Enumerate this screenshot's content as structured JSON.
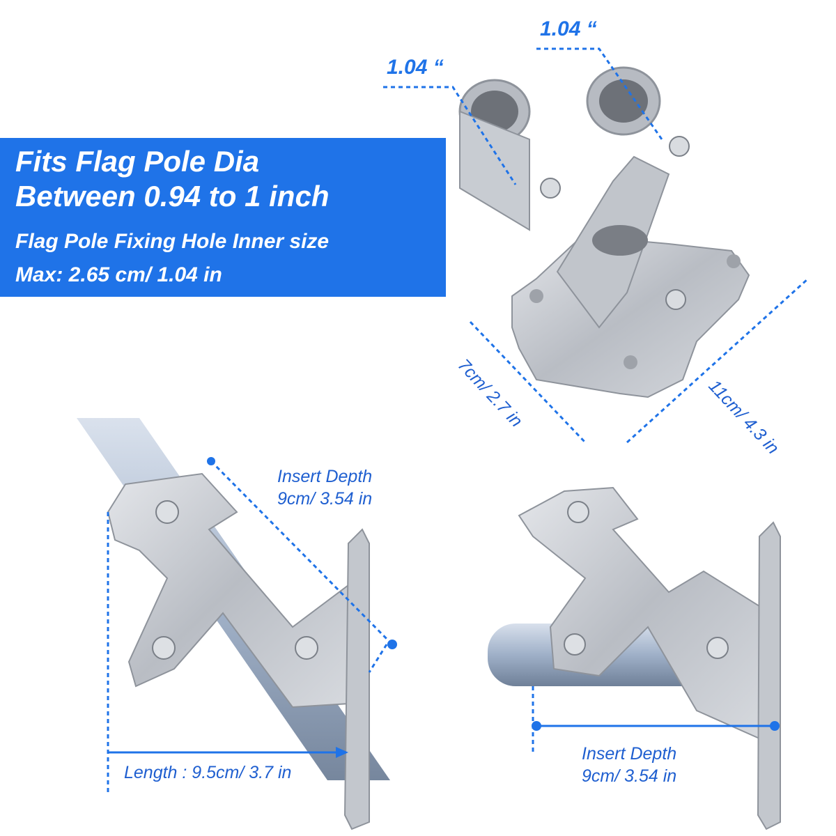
{
  "banner": {
    "title_line1": "Fits Flag Pole Dia",
    "title_line2": "Between 0.94 to 1 inch",
    "sub_line1": "Flag Pole Fixing Hole Inner size",
    "sub_line2": "Max: 2.65 cm/ 1.04 in"
  },
  "dimensions": {
    "hole_left": "1.04 “",
    "hole_right": "1.04 “",
    "base_width": "7cm/ 2.7 in",
    "base_length": "11cm/ 4.3 in",
    "insert_depth_left_line1": "Insert Depth",
    "insert_depth_left_line2": "9cm/ 3.54 in",
    "length": "Length : 9.5cm/ 3.7 in",
    "insert_depth_right_line1": "Insert Depth",
    "insert_depth_right_line2": "9cm/ 3.54 in"
  },
  "colors": {
    "accent": "#1f73e8",
    "metal": "#c9ccd1",
    "pole": "#a9b9cf"
  }
}
